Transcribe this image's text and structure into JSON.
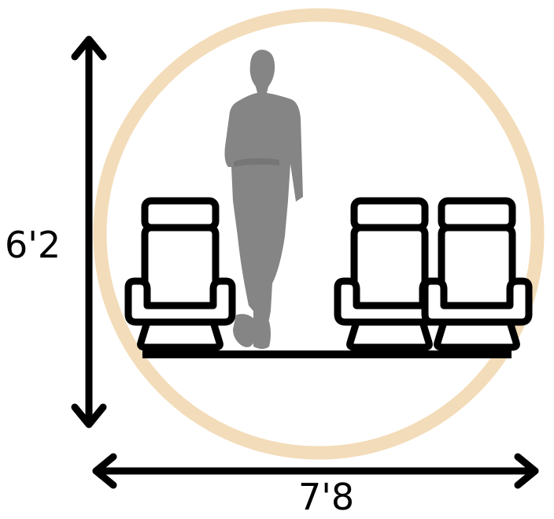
{
  "dimensions": {
    "height_label": "6'2",
    "width_label": "7'8"
  },
  "colors": {
    "fuselage_ring": "#f3dcb9",
    "person": "#858585",
    "seat_stroke": "#000000",
    "seat_fill": "#ffffff",
    "floor": "#000000",
    "arrows": "#000000"
  },
  "icons": {
    "person": "standing-person-silhouette-icon",
    "seat": "airplane-seat-icon"
  },
  "seats": {
    "left_column_count": 1,
    "right_column_count": 2
  }
}
